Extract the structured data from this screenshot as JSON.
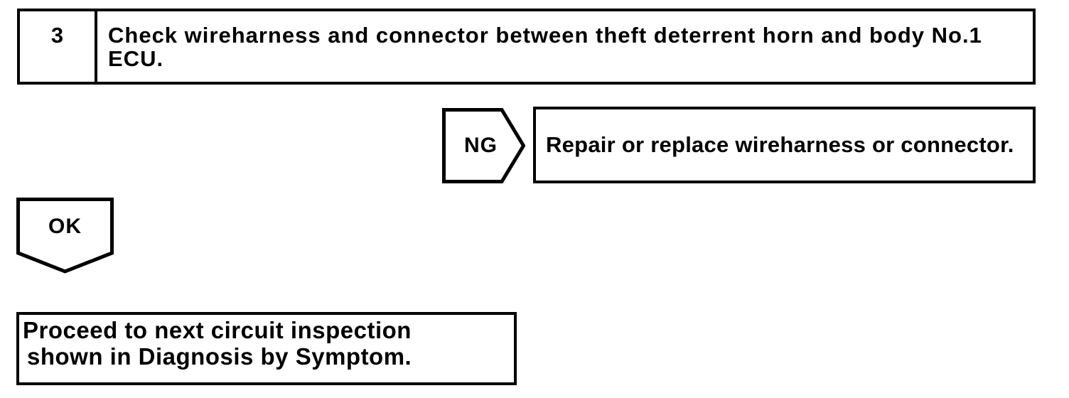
{
  "page": {
    "background_color": "#ffffff",
    "ink_color": "#000000"
  },
  "flowchart": {
    "step": {
      "number": "3",
      "instruction": "Check wireharness and connector between theft deterrent horn and body No.1 ECU."
    },
    "ng_branch": {
      "label": "NG",
      "action": "Repair or replace wireharness or connector."
    },
    "ok_branch": {
      "label": "OK"
    },
    "result": {
      "line1": "Proceed to next circuit inspection",
      "line2": "shown in Diagnosis by Symptom."
    }
  }
}
